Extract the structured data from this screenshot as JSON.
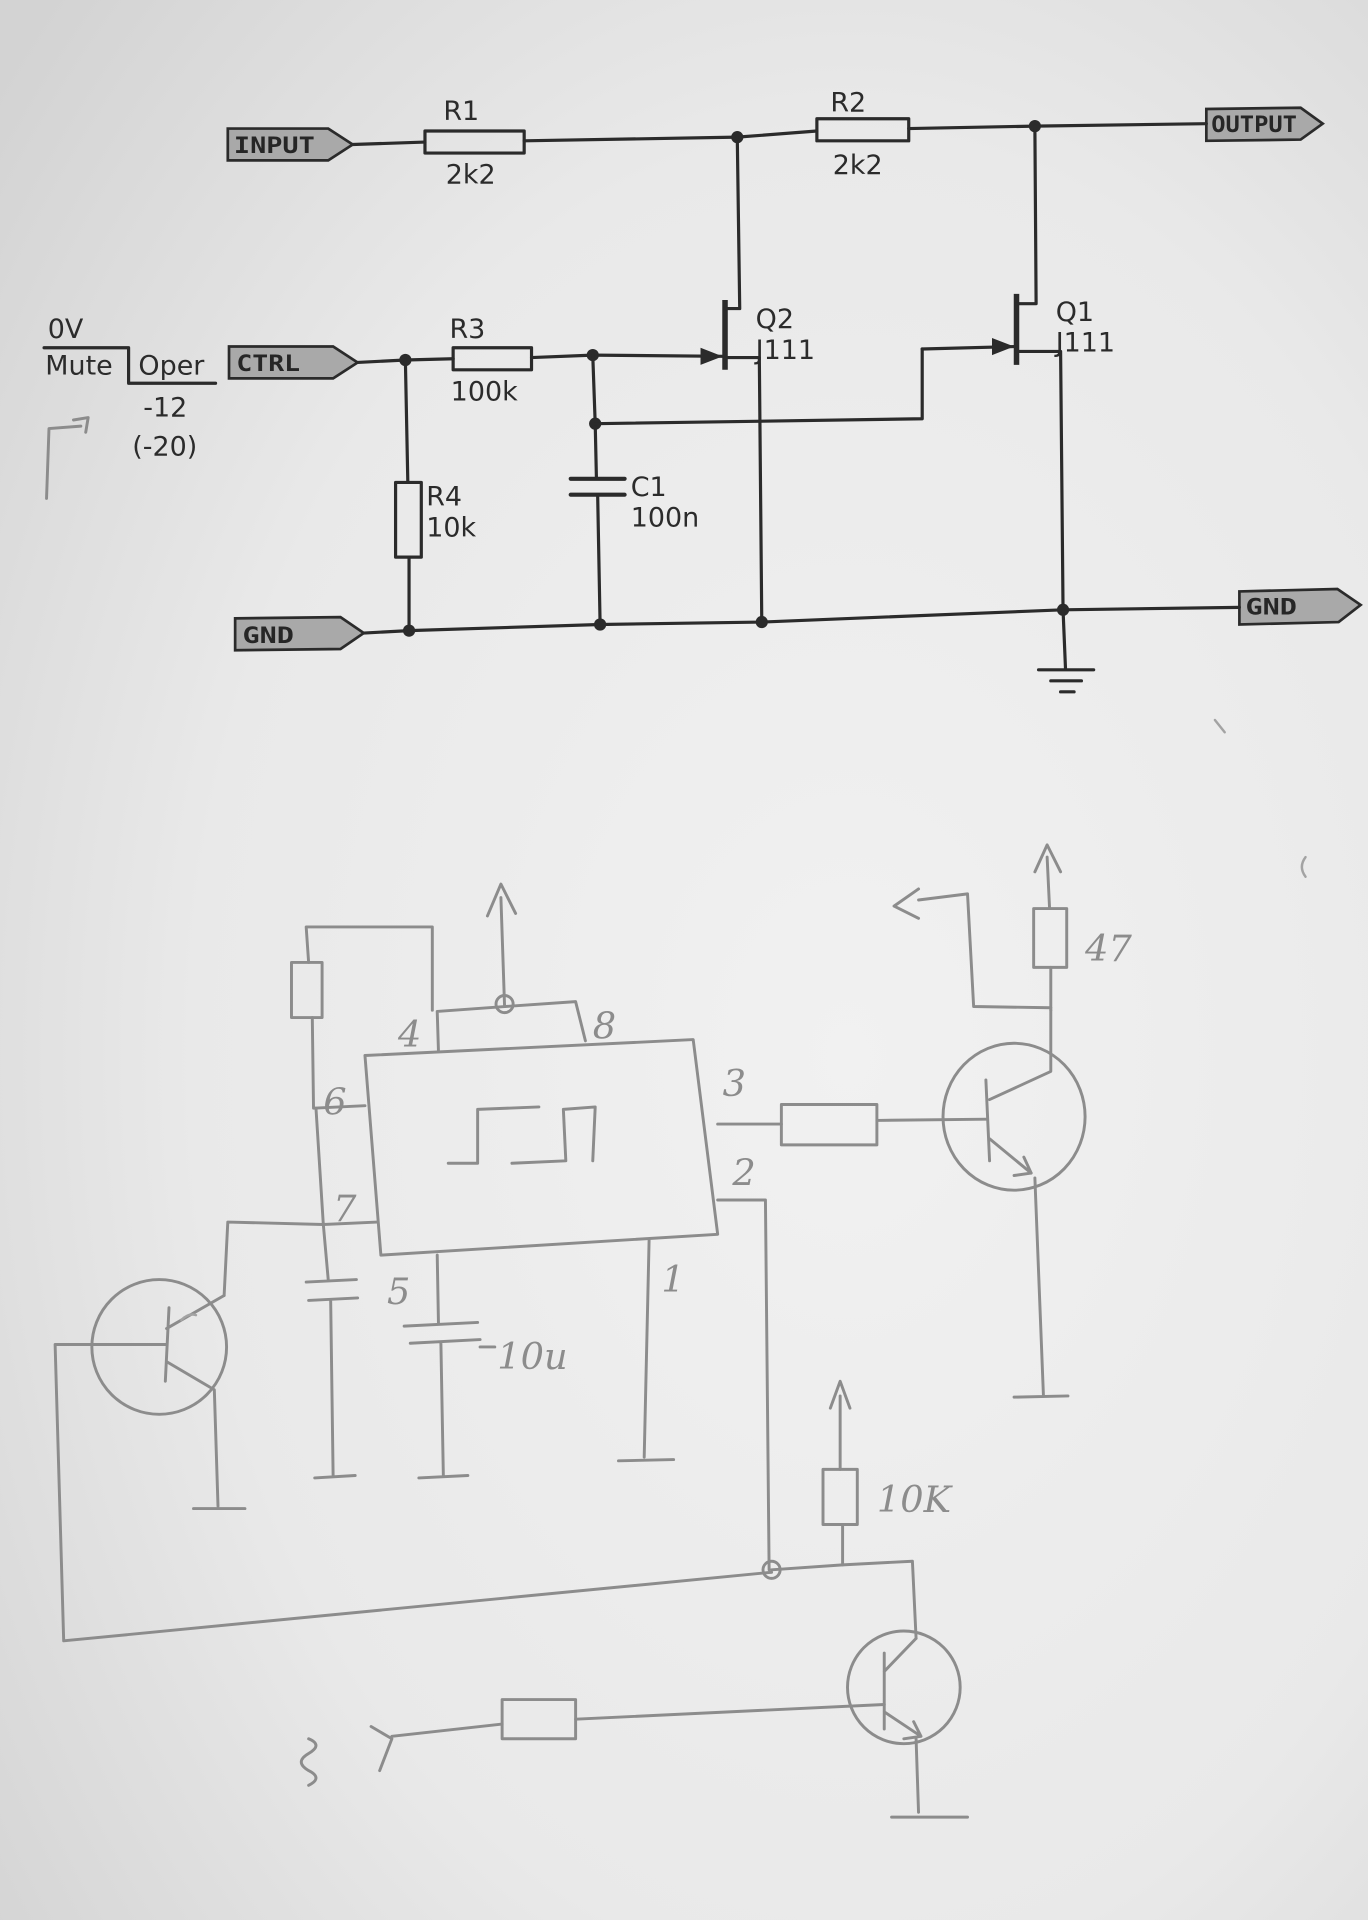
{
  "printed_schematic": {
    "ports": {
      "input": "INPUT",
      "output": "OUTPUT",
      "ctrl": "CTRL",
      "gnd_left": "GND",
      "gnd_right": "GND"
    },
    "r1": {
      "ref": "R1",
      "value": "2k2"
    },
    "r2": {
      "ref": "R2",
      "value": "2k2"
    },
    "r3": {
      "ref": "R3",
      "value": "100k"
    },
    "r4": {
      "ref": "R4",
      "value": "10k"
    },
    "c1": {
      "ref": "C1",
      "value": "100n"
    },
    "q1": {
      "ref": "Q1",
      "part": "J111"
    },
    "q2": {
      "ref": "Q2",
      "part": "J111"
    },
    "control_legend": {
      "high_level": "0V",
      "high_state": "Mute",
      "low_state": "Oper",
      "low_level": "-12",
      "low_level_alt": "(-20)"
    }
  },
  "hand_sketch": {
    "ic_pins": {
      "p4": "4",
      "p8": "8",
      "p6": "6",
      "p7": "7",
      "p3": "3",
      "p2": "2",
      "p5": "5",
      "p1": "1"
    },
    "pin5_cap": "10u",
    "collector_resistor": "47",
    "pullup_resistor": "10K"
  },
  "colors": {
    "ink": "#2b2b2b",
    "pencil": "#8c8c8c",
    "tag_fill": "#a9a9a9"
  }
}
